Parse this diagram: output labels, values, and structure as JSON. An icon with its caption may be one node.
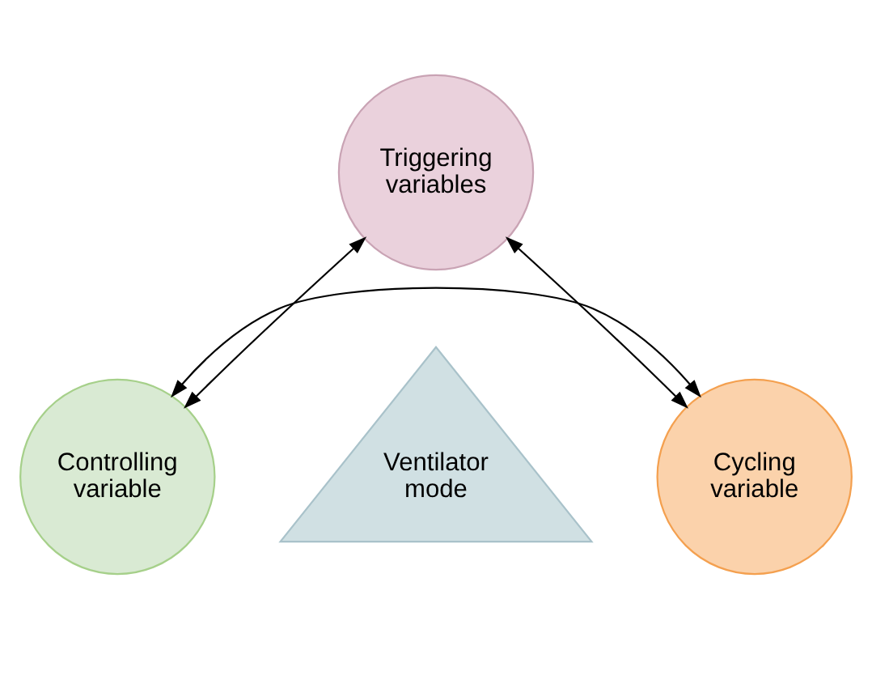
{
  "diagram": {
    "nodes": [
      {
        "text": [
          "Triggering variables"
        ]
      },
      {
        "text": [
          "Ventilator mode"
        ]
      },
      {
        "text": [
          "Controlling variable"
        ]
      },
      {
        "text": [
          "Cycling variable"
        ]
      }
    ],
    "edges": [
      {
        "from": 0,
        "to": 2,
        "arrow": "both"
      },
      {
        "from": 0,
        "to": 3,
        "arrow": "both"
      },
      {
        "from": 2,
        "to": 3,
        "arrow": "both"
      }
    ]
  }
}
